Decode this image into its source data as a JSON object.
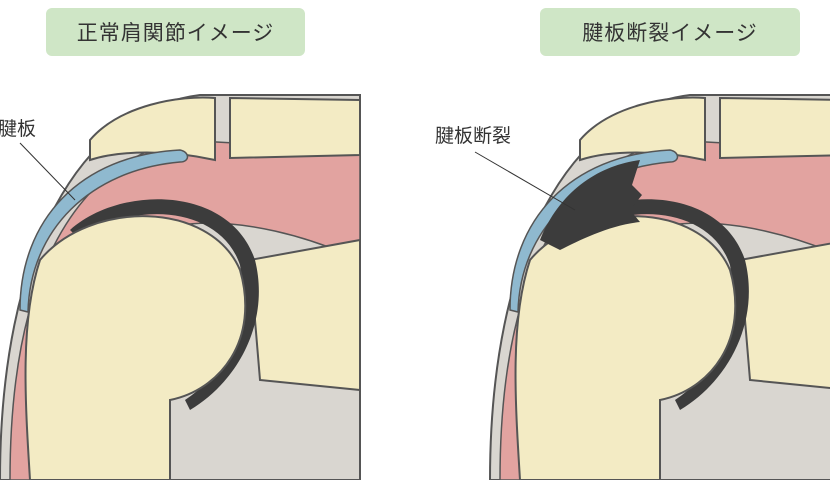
{
  "panels": [
    {
      "title": "正常肩関節イメージ",
      "label": "腱板"
    },
    {
      "title": "腱板断裂イメージ",
      "label": "腱板断裂"
    }
  ],
  "colors": {
    "title_bg": "#cfe6c6",
    "bone": "#f3ebc4",
    "muscle": "#e2a3a0",
    "cartilage": "#3c3c3c",
    "bursa": "#8fb9cf",
    "capsule": "#d9d6d0"
  }
}
